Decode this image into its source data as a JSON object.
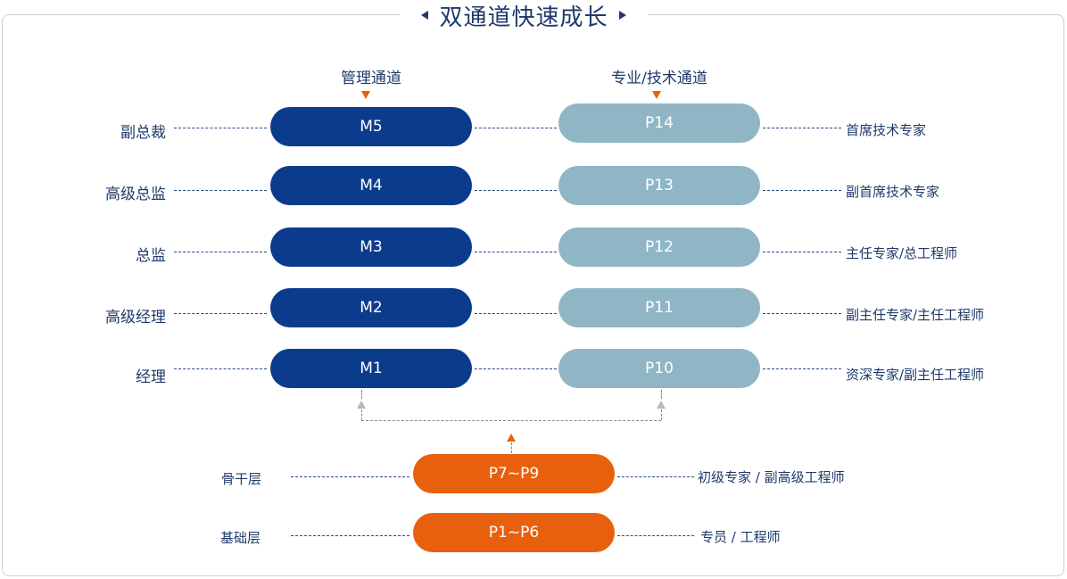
{
  "title": "双通道快速成长",
  "management_header": "管理通道",
  "technical_header": "专业/技术通道",
  "rows": [
    {
      "left_label": "副总裁",
      "m_level": "M5",
      "p_level": "P14",
      "right_label": "首席技术专家"
    },
    {
      "left_label": "高级总监",
      "m_level": "M4",
      "p_level": "P13",
      "right_label": "副首席技术专家"
    },
    {
      "left_label": "总监",
      "m_level": "M3",
      "p_level": "P12",
      "right_label": "主任专家/总工程师"
    },
    {
      "left_label": "高级经理",
      "m_level": "M2",
      "p_level": "P11",
      "right_label": "副主任专家/主任工程师"
    },
    {
      "left_label": "经理",
      "m_level": "M1",
      "p_level": "P10",
      "right_label": "资深专家/副主任工程师"
    }
  ],
  "base_rows": [
    {
      "left_label": "骨干层",
      "level": "P7~P9",
      "right_label": "初级专家 / 副高级工程师"
    },
    {
      "left_label": "基础层",
      "level": "P1~P6",
      "right_label": "专员 / 工程师"
    }
  ],
  "colors": {
    "management": "#0b3c8c",
    "technical": "#90b6c5",
    "base": "#e8600e",
    "text": "#1f3a6a"
  }
}
